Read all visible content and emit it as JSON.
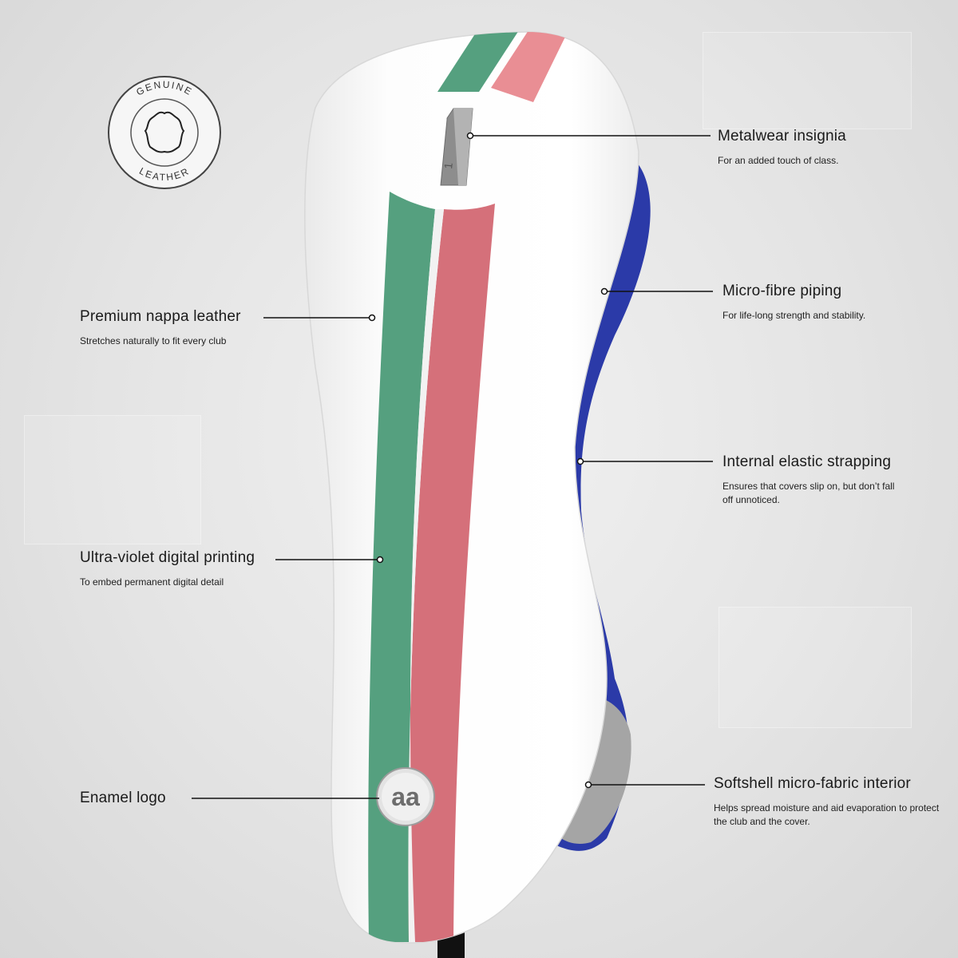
{
  "badge": {
    "top_text": "GENUINE",
    "bottom_text": "LEATHER",
    "icon": "leather-hide-icon"
  },
  "product": {
    "number": "1",
    "logo_text": "aa",
    "colors": {
      "leather": "#fafafa",
      "stripe_green": "#55a07f",
      "stripe_red": "#d5707a",
      "piping": "#2b3aa8",
      "interior": "#9a9a9a",
      "shaft": "#111111"
    }
  },
  "callouts": {
    "metalwear": {
      "title": "Metalwear insignia",
      "sub": "For an added touch of class."
    },
    "piping": {
      "title": "Micro-fibre piping",
      "sub": "For life-long strength and stability."
    },
    "nappa": {
      "title": "Premium nappa leather",
      "sub": "Stretches naturally to fit every club"
    },
    "elastic": {
      "title": "Internal elastic strapping",
      "sub": "Ensures that covers slip on, but don’t fall off unnoticed."
    },
    "uv": {
      "title": "Ultra-violet digital printing",
      "sub": "To embed permanent digital detail"
    },
    "enamel": {
      "title": "Enamel logo",
      "sub": ""
    },
    "softshell": {
      "title": "Softshell micro-fabric interior",
      "sub": "Helps spread moisture and aid evaporation to protect the club and the cover."
    }
  }
}
